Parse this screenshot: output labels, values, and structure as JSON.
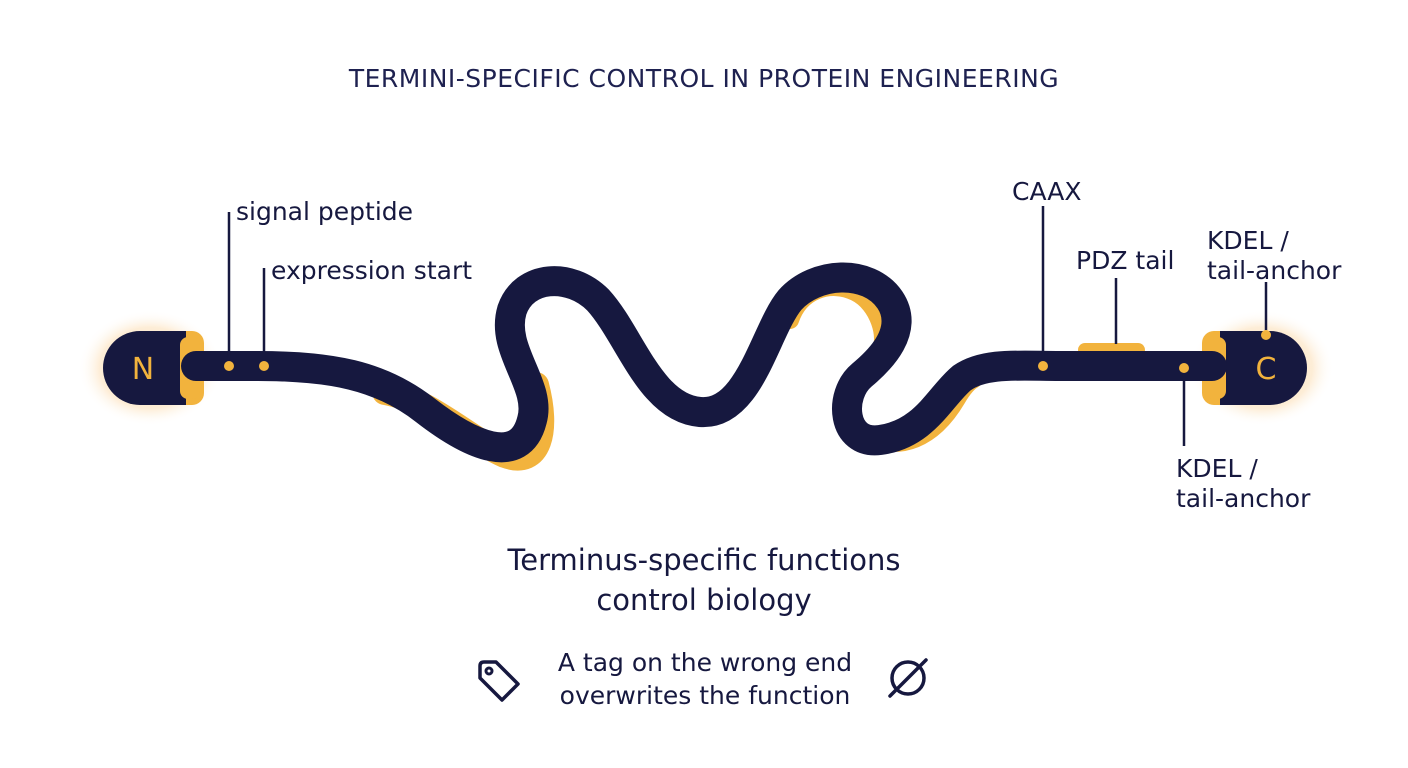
{
  "title": "TERMINI-SPECIFIC CONTROL IN PROTEIN ENGINEERING",
  "termini": {
    "n": "N",
    "c": "C"
  },
  "labels": {
    "signal_peptide": "signal peptide",
    "expression_start": "expression start",
    "caax": "CAAX",
    "pdz_tail": "PDZ tail",
    "kdel_top_line1": "KDEL /",
    "kdel_top_line2": "tail-anchor",
    "kdel_bottom_line1": "KDEL /",
    "kdel_bottom_line2": "tail-anchor"
  },
  "caption": {
    "line1": "Terminus-specific functions",
    "line2": "control biology"
  },
  "note": {
    "line1": "A tag on the wrong end",
    "line2": "overwrites the function"
  },
  "icons": {
    "left": "tag-icon",
    "right": "prohibited-icon"
  },
  "colors": {
    "navy": "#16183f",
    "gold": "#f2b33d",
    "glow": "#fdecd0"
  }
}
